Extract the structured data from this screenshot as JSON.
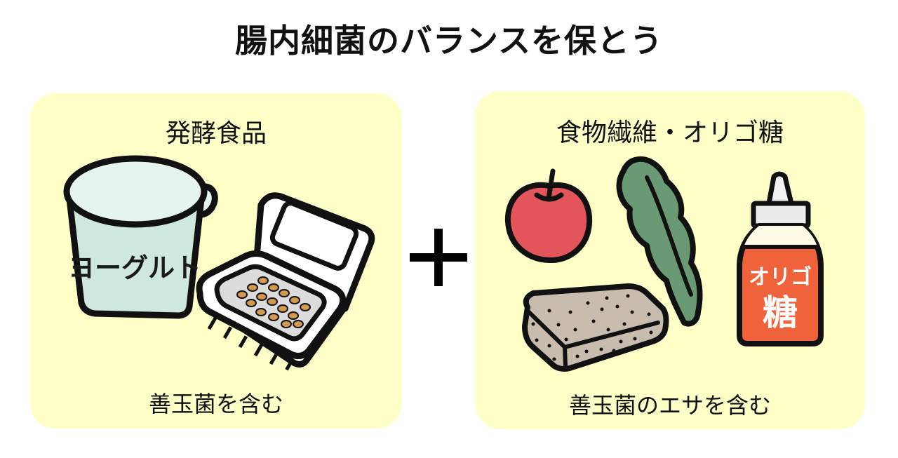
{
  "title": "腸内細菌のバランスを保とう",
  "colors": {
    "panel_bg": "#ffffc8",
    "yogurt_body": "#cfe8de",
    "yogurt_lid": "#e6f4ee",
    "natto_bean": "#d19a4e",
    "apple": "#e3555b",
    "leaf": "#6a9a74",
    "bread": "#c7bcae",
    "bottle_label": "#f0633a"
  },
  "left_panel": {
    "heading": "発酵食品",
    "caption": "善玉菌を含む",
    "items": [
      {
        "name": "yogurt",
        "label": "ヨーグルト"
      },
      {
        "name": "natto",
        "label": ""
      }
    ]
  },
  "operator": "+",
  "right_panel": {
    "heading": "食物繊維・オリゴ糖",
    "caption": "善玉菌のエサを含む",
    "items": [
      {
        "name": "apple",
        "label": ""
      },
      {
        "name": "leafy-greens",
        "label": ""
      },
      {
        "name": "whole-grain-bread",
        "label": ""
      },
      {
        "name": "oligosaccharide-bottle",
        "label_line1": "オリゴ",
        "label_line2": "糖"
      }
    ]
  }
}
